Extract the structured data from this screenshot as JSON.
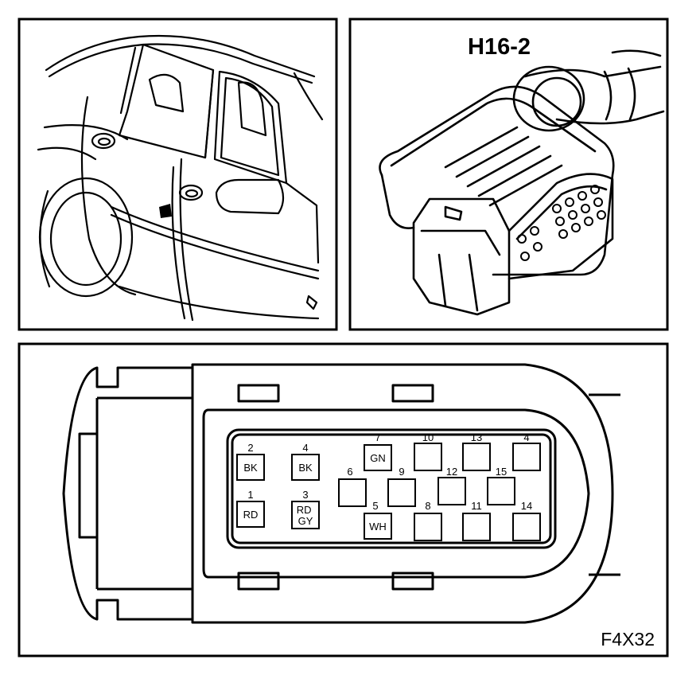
{
  "connector": {
    "id": "H16-2",
    "figure_code": "F4X32",
    "pins": [
      {
        "num": "2",
        "wire": "BK"
      },
      {
        "num": "4",
        "wire": "BK"
      },
      {
        "num": "7",
        "wire": "GN"
      },
      {
        "num": "10",
        "wire": ""
      },
      {
        "num": "13",
        "wire": ""
      },
      {
        "num": "4",
        "wire": ""
      },
      {
        "num": "6",
        "wire": ""
      },
      {
        "num": "9",
        "wire": ""
      },
      {
        "num": "12",
        "wire": ""
      },
      {
        "num": "15",
        "wire": ""
      },
      {
        "num": "1",
        "wire": "RD"
      },
      {
        "num": "3",
        "wire": "RD\nGY"
      },
      {
        "num": "5",
        "wire": "WH"
      },
      {
        "num": "8",
        "wire": ""
      },
      {
        "num": "11",
        "wire": ""
      },
      {
        "num": "14",
        "wire": ""
      }
    ]
  },
  "colors": {
    "line": "#000000",
    "background": "#ffffff"
  }
}
